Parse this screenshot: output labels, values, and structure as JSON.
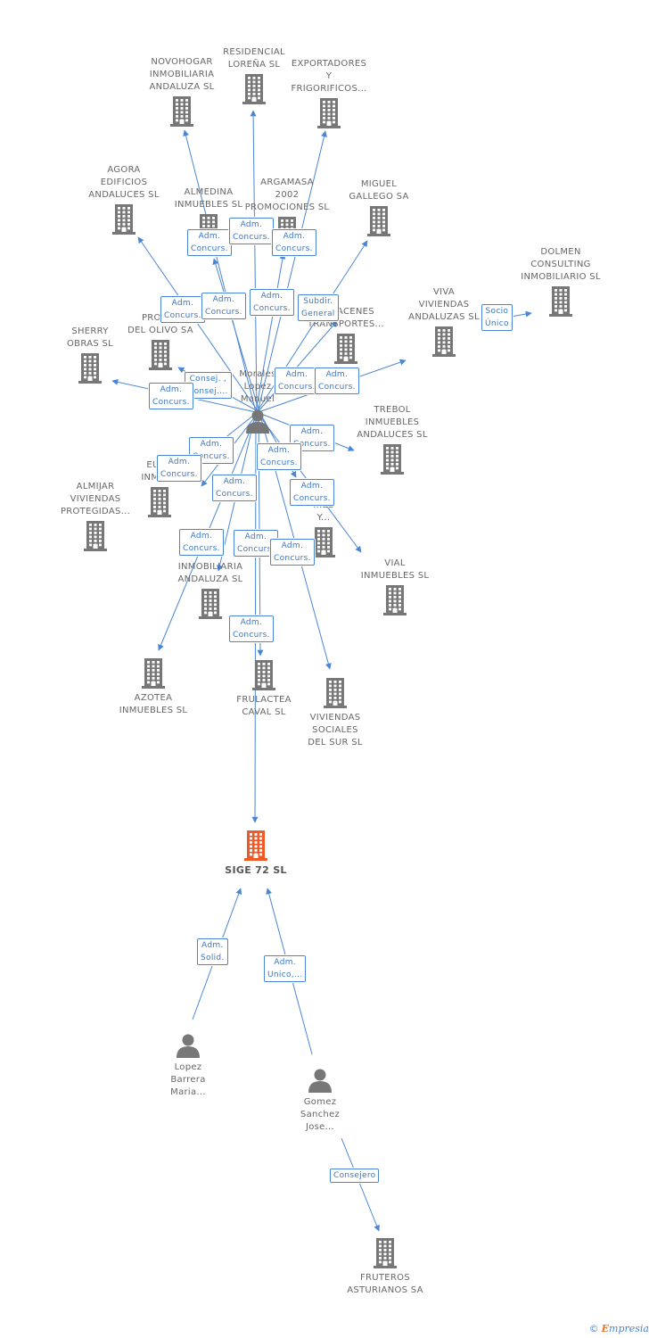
{
  "colors": {
    "edge": "#4a86d4",
    "node": "#777777",
    "focus": "#f05a28",
    "badge_text": "#3a76c4"
  },
  "nodes": [
    {
      "id": "novohogar",
      "kind": "company",
      "label": "NOVOHOGAR\nINMOBILIARIA\nANDALUZA SL"
    },
    {
      "id": "residencial",
      "kind": "company",
      "label": "RESIDENCIAL\nLOREÑA SL"
    },
    {
      "id": "exportadores",
      "kind": "company",
      "label": "EXPORTADORES\nY\nFRIGORIFICOS..."
    },
    {
      "id": "agora",
      "kind": "company",
      "label": "AGORA\nEDIFICIOS\nANDALUCES SL"
    },
    {
      "id": "almedina",
      "kind": "company",
      "label": "ALMEDINA\nINMUEBLES SL"
    },
    {
      "id": "argamasa",
      "kind": "company",
      "label": "ARGAMASA\n2002\nPROMOCIONES SL"
    },
    {
      "id": "miguel",
      "kind": "company",
      "label": "MIGUEL\nGALLEGO SA"
    },
    {
      "id": "dolmen",
      "kind": "company",
      "label": "DOLMEN\nCONSULTING\nINMOBILIARIO SL"
    },
    {
      "id": "almacenes",
      "kind": "company",
      "label": "ALMACENES\nTRANSPORTES..."
    },
    {
      "id": "viva",
      "kind": "company",
      "label": "VIVA\nVIVIENDAS\nANDALUZAS SL"
    },
    {
      "id": "protec",
      "kind": "company",
      "label": "PROTEC\nDEL OLIVO SA"
    },
    {
      "id": "sherry",
      "kind": "company",
      "label": "SHERRY\nOBRAS SL"
    },
    {
      "id": "trebol",
      "kind": "company",
      "label": "TREBOL\nINMUEBLES\nANDALUCES SL"
    },
    {
      "id": "eurh",
      "kind": "company",
      "label": "EURH\nINMUEB"
    },
    {
      "id": "almijar",
      "kind": "company",
      "label": "ALMIJAR\nVIVIENDAS\nPROTEGIDAS..."
    },
    {
      "id": "promociones",
      "kind": "company",
      "label": "...\n...ES\nY..."
    },
    {
      "id": "inmobandaluza",
      "kind": "company",
      "label": "INMOBILIARIA\nANDALUZA SL"
    },
    {
      "id": "vial",
      "kind": "company",
      "label": "VIAL\nINMUEBLES SL"
    },
    {
      "id": "azotea",
      "kind": "company",
      "label": "AZOTEA\nINMUEBLES SL"
    },
    {
      "id": "frulactea",
      "kind": "company",
      "label": "FRULACTEA\nCAVAL SL"
    },
    {
      "id": "viviendas",
      "kind": "company",
      "label": "VIVIENDAS\nSOCIALES\nDEL SUR SL"
    },
    {
      "id": "morales",
      "kind": "person",
      "label": "Morales\nLopez\nManuel"
    },
    {
      "id": "sige",
      "kind": "focus",
      "label": "SIGE 72 SL"
    },
    {
      "id": "lopez",
      "kind": "person",
      "label": "Lopez\nBarrera\nMaria..."
    },
    {
      "id": "gomez",
      "kind": "person",
      "label": "Gomez\nSanchez\nJose..."
    },
    {
      "id": "fruteros",
      "kind": "company",
      "label": "FRUTEROS\nASTURIANOS SA"
    }
  ],
  "edges": [
    {
      "from": "morales",
      "to": "novohogar"
    },
    {
      "from": "morales",
      "to": "residencial"
    },
    {
      "from": "morales",
      "to": "exportadores"
    },
    {
      "from": "morales",
      "to": "agora"
    },
    {
      "from": "morales",
      "to": "almedina"
    },
    {
      "from": "morales",
      "to": "argamasa"
    },
    {
      "from": "morales",
      "to": "miguel"
    },
    {
      "from": "morales",
      "to": "almacenes"
    },
    {
      "from": "morales",
      "to": "viva"
    },
    {
      "from": "morales",
      "to": "protec"
    },
    {
      "from": "morales",
      "to": "sherry"
    },
    {
      "from": "morales",
      "to": "trebol"
    },
    {
      "from": "morales",
      "to": "eurh"
    },
    {
      "from": "morales",
      "to": "almijar"
    },
    {
      "from": "morales",
      "to": "promociones"
    },
    {
      "from": "morales",
      "to": "inmobandaluza"
    },
    {
      "from": "morales",
      "to": "vial"
    },
    {
      "from": "morales",
      "to": "azotea"
    },
    {
      "from": "morales",
      "to": "frulactea"
    },
    {
      "from": "morales",
      "to": "viviendas"
    },
    {
      "from": "morales",
      "to": "sige"
    },
    {
      "from": "viva",
      "to": "dolmen"
    },
    {
      "from": "lopez",
      "to": "sige"
    },
    {
      "from": "gomez",
      "to": "sige"
    },
    {
      "from": "gomez",
      "to": "fruteros"
    }
  ],
  "badges": [
    {
      "text": "Adm.\nConcurs."
    },
    {
      "text": "Adm.\nConcurs."
    },
    {
      "text": "Adm.\nConcurs."
    },
    {
      "text": "Adm.\nConcurs."
    },
    {
      "text": "Adm.\nConcurs."
    },
    {
      "text": "Adm.\nConcurs."
    },
    {
      "text": "Subdir.\nGeneral"
    },
    {
      "text": "Socio\nÚnico"
    },
    {
      "text": "Consej. ,\nConsej...."
    },
    {
      "text": "Adm.\nConcurs."
    },
    {
      "text": "Adm.\nConcurs."
    },
    {
      "text": "Adm.\nConcurs."
    },
    {
      "text": "Adm.\nConcurs."
    },
    {
      "text": "Adm.\nConcurs."
    },
    {
      "text": "Adm.\nConcurs."
    },
    {
      "text": "Adm.\nConcurs."
    },
    {
      "text": "Adm.\nConcurs."
    },
    {
      "text": "Adm.\nConcurs."
    },
    {
      "text": "Adm.\nConcurs."
    },
    {
      "text": "Adm.\nConcurs."
    },
    {
      "text": "Adm.\nConcurs."
    },
    {
      "text": "Adm.\nConcurs."
    },
    {
      "text": "Adm.\nSolid."
    },
    {
      "text": "Adm.\nUnico,..."
    },
    {
      "text": "Consejero"
    }
  ],
  "footer": {
    "copyright": "©",
    "brand_first": "E",
    "brand_rest": "mpresia"
  }
}
